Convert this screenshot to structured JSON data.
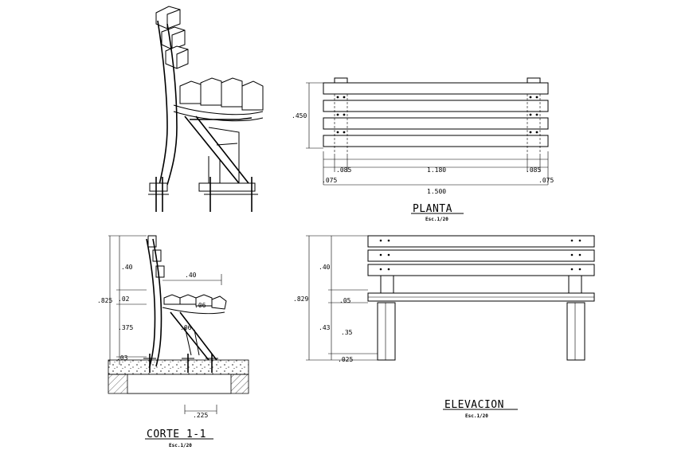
{
  "views": {
    "planta": {
      "title": "PLANTA",
      "scale": "Esc.1/20"
    },
    "elevacion": {
      "title": "ELEVACION",
      "scale": "Esc.1/20"
    },
    "corte": {
      "title": "CORTE 1-1",
      "scale": "Esc.1/20"
    }
  },
  "dims": {
    "planta": {
      "depth": ".450",
      "left_leg": ".085",
      "span": "1.180",
      "right_leg": ".085",
      "left_over": ".075",
      "right_over": ".075",
      "total": "1.500"
    },
    "corte": {
      "total": ".825",
      "back": ".40",
      "gap": ".02",
      "seat": ".375",
      "base": ".03",
      "seat_depth": ".40",
      "slat": ".06",
      "slat2": ".06",
      "footing": ".225"
    },
    "elevacion": {
      "total": ".829",
      "back": ".40",
      "seat_top": ".05",
      "seat": ".43",
      "leg": ".35",
      "foot": ".025"
    }
  }
}
